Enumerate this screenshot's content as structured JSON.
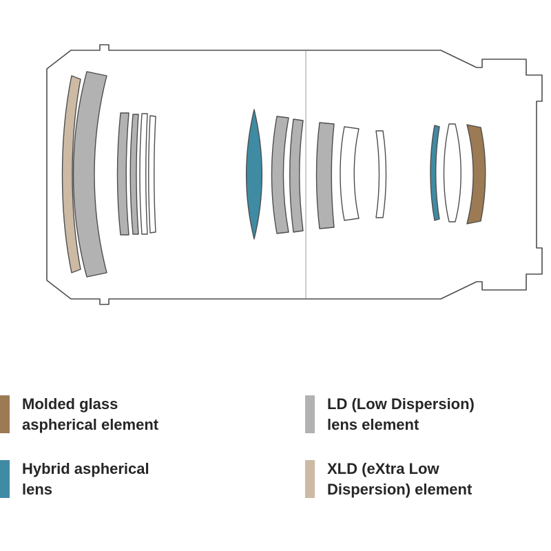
{
  "palette": {
    "molded_glass": "#9c7a54",
    "hybrid_aspherical": "#3f8ba4",
    "ld_gray": "#b2b2b2",
    "xld_beige": "#ccbaa4",
    "standard_white": "#ffffff",
    "outline": "#4d4d4d",
    "text": "#262626"
  },
  "diagram": {
    "kind": "lens-optical-cross-section",
    "elements_left_to_right": [
      "xld",
      "ld",
      "ld",
      "ld",
      "standard",
      "standard",
      "hybrid_aspherical",
      "ld",
      "ld",
      "ld",
      "standard",
      "standard",
      "hybrid_aspherical",
      "standard",
      "molded_glass"
    ]
  },
  "legend": {
    "items": [
      {
        "id": "molded-glass",
        "line1": "Molded glass",
        "line2": "aspherical element",
        "color": "#9c7a54"
      },
      {
        "id": "ld",
        "line1": "LD (Low Dispersion)",
        "line2": "lens element",
        "color": "#b2b2b2"
      },
      {
        "id": "hybrid-aspherical",
        "line1": "Hybrid aspherical",
        "line2": "lens",
        "color": "#3f8ba4"
      },
      {
        "id": "xld",
        "line1": "XLD (eXtra Low",
        "line2": "Dispersion) element",
        "color": "#ccbaa4"
      }
    ]
  }
}
